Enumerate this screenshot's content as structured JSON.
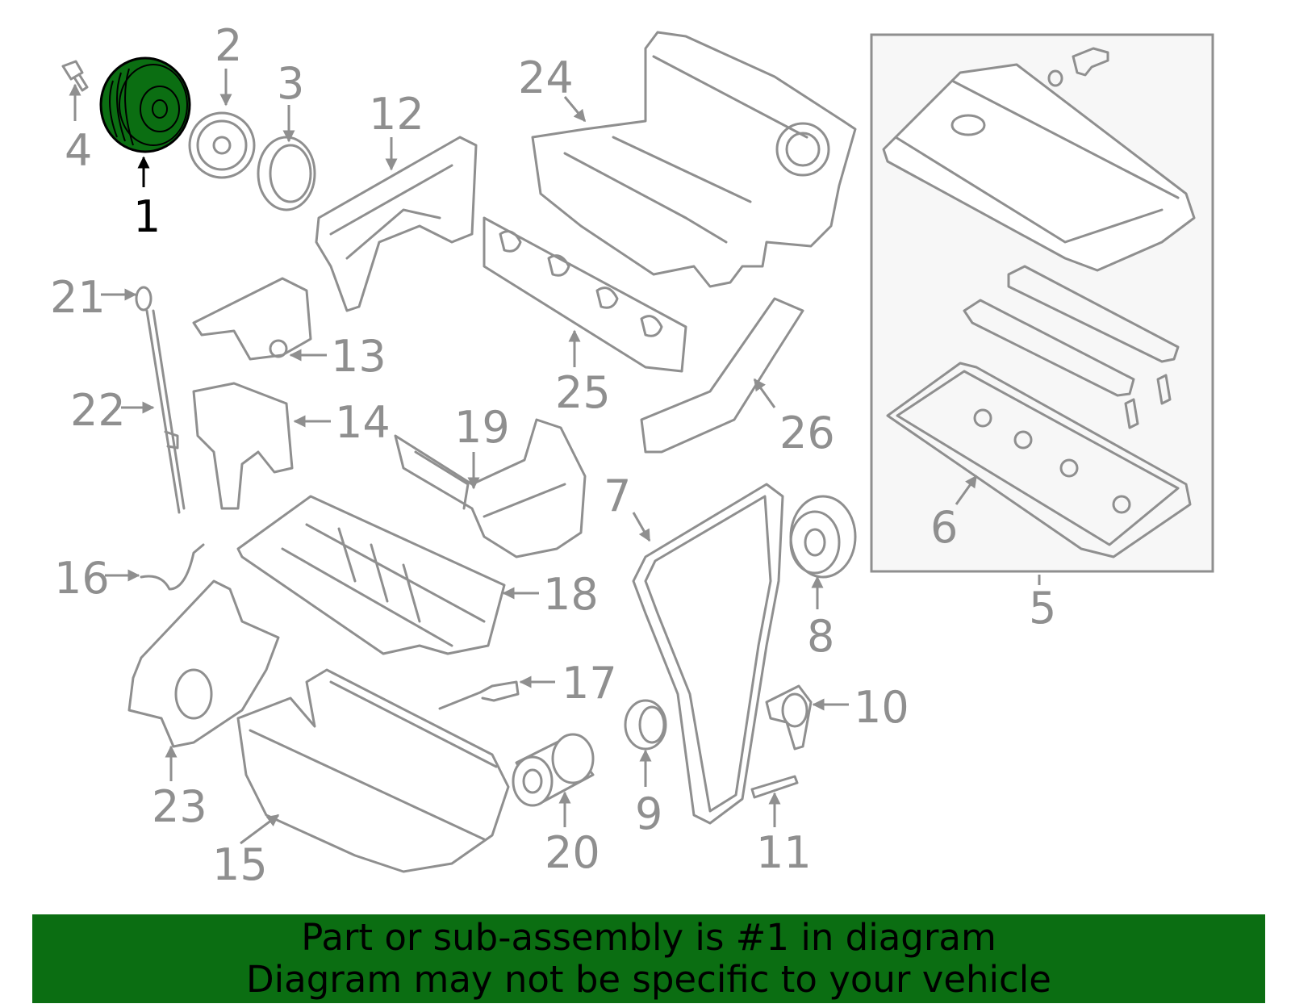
{
  "highlight_color": "#0b6e12",
  "callouts": {
    "n1": "1",
    "n2": "2",
    "n3": "3",
    "n4": "4",
    "n5": "5",
    "n6": "6",
    "n7": "7",
    "n8": "8",
    "n9": "9",
    "n10": "10",
    "n11": "11",
    "n12": "12",
    "n13": "13",
    "n14": "14",
    "n15": "15",
    "n16": "16",
    "n17": "17",
    "n18": "18",
    "n19": "19",
    "n20": "20",
    "n21": "21",
    "n22": "22",
    "n23": "23",
    "n24": "24",
    "n25": "25",
    "n26": "26"
  },
  "banner": {
    "line1": "Part or sub-assembly is #1 in diagram",
    "line2": "Diagram may not be specific to your vehicle"
  }
}
